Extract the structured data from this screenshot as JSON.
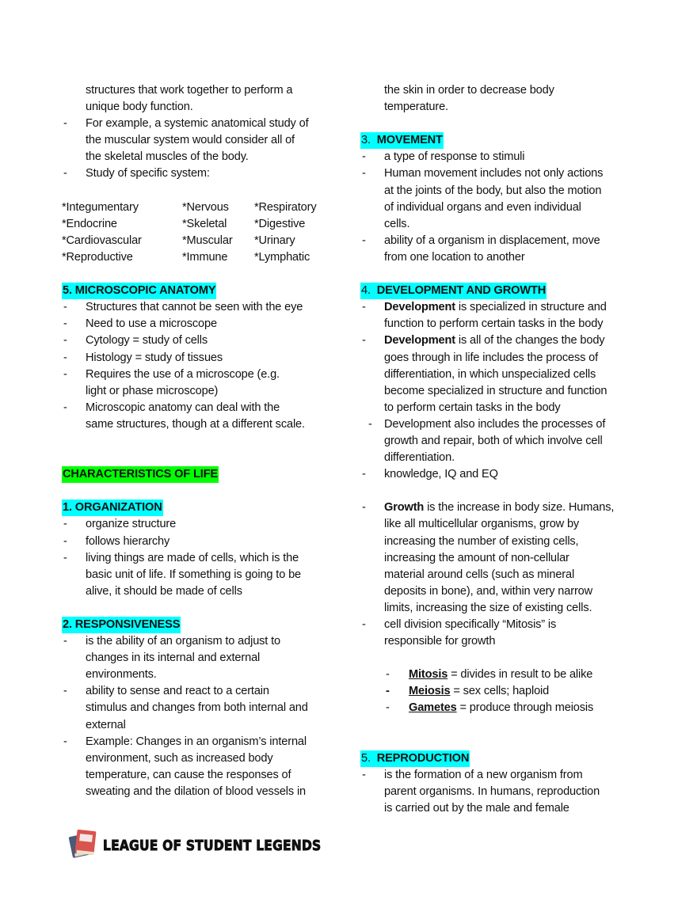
{
  "left_column": {
    "intro_continuation": [
      "structures that work together to perform a",
      "unique body function."
    ],
    "intro_bullets": [
      [
        "For example, a systemic anatomical study of",
        "the muscular system would consider all of",
        "the skeletal muscles of the body."
      ],
      [
        "Study of specific system:"
      ]
    ],
    "systems_table": [
      [
        "*Integumentary",
        "*Nervous",
        "*Respiratory"
      ],
      [
        "*Endocrine",
        "*Skeletal",
        "*Digestive"
      ],
      [
        "*Cardiovascular",
        "*Muscular",
        "*Urinary"
      ],
      [
        "*Reproductive",
        "*Immune",
        "*Lymphatic"
      ]
    ],
    "microscopic": {
      "heading": "5.  MICROSCOPIC ANATOMY",
      "bullets": [
        [
          "Structures that cannot be seen with the eye"
        ],
        [
          "Need to use a microscope"
        ],
        [
          "Cytology = study of cells"
        ],
        [
          "Histology = study of tissues"
        ],
        [
          "Requires the use of a microscope (e.g.",
          "light or phase microscope)"
        ],
        [
          "Microscopic anatomy can deal with the",
          "same structures, though at a different scale."
        ]
      ]
    },
    "characteristics_heading": "CHARACTERISTICS OF LIFE",
    "organization": {
      "heading": "1.  ORGANIZATION",
      "bullets": [
        [
          "organize structure"
        ],
        [
          "follows hierarchy"
        ],
        [
          "living things are made of cells, which is the",
          "basic unit of life. If something is going to be",
          "alive, it should be made of cells"
        ]
      ]
    },
    "responsiveness": {
      "heading": "2.  RESPONSIVENESS",
      "bullets": [
        [
          "is the ability of an organism to adjust to",
          "changes in its internal and external",
          "environments."
        ],
        [
          "ability to sense and react to a certain",
          "stimulus and changes from both internal and",
          "external"
        ],
        [
          "Example: Changes in an organism’s internal",
          "environment, such as increased body",
          "temperature, can cause the responses of",
          "sweating and the dilation of blood vessels in"
        ]
      ]
    }
  },
  "right_column": {
    "continuation": [
      "the skin in order to decrease body",
      "temperature."
    ],
    "movement": {
      "heading_num": "3.  ",
      "heading_label": "MOVEMENT",
      "bullets": [
        [
          "a type of response to stimuli"
        ],
        [
          "Human movement includes not only actions",
          "at the joints of the body, but also the motion",
          "of individual organs and even individual",
          "cells."
        ],
        [
          "ability of a organism in displacement, move",
          "from one location to another"
        ]
      ]
    },
    "development": {
      "heading_num": "4.  ",
      "heading_label": "DEVELOPMENT AND GROWTH",
      "b1_bold": "Development",
      "b1_rest": " is specialized in structure and",
      "b1_line2": "function to perform certain tasks in the body",
      "b2_bold": "Development",
      "b2_rest": " is all of the changes the body",
      "b2_lines": [
        "goes through in life includes the process of",
        "differentiation, in which unspecialized cells",
        "become specialized in structure and function",
        "to perform certain tasks in the body"
      ],
      "b3_lines": [
        "Development also includes the processes of",
        "growth and repair, both of which involve cell",
        "differentiation."
      ],
      "b4": "knowledge, IQ and EQ",
      "growth_bold": "Growth",
      "growth_rest": " is the increase in body size. Humans,",
      "growth_lines": [
        "like all multicellular organisms, grow by",
        "increasing the number of existing cells,",
        "increasing the amount of non-cellular",
        "material around cells (such as mineral",
        "deposits in bone), and, within very narrow",
        "limits, increasing the size of existing cells."
      ],
      "mitosis_lines": [
        "cell division specifically “Mitosis” is",
        "responsible for growth"
      ],
      "terms": [
        {
          "term": "Mitosis",
          "definition": " = divides in result to be alike"
        },
        {
          "term": "Meiosis",
          "definition": " = sex cells; haploid"
        },
        {
          "term": "Gametes",
          "definition": " = produce through meiosis"
        }
      ]
    },
    "reproduction": {
      "heading_num": "5.  ",
      "heading_label": "REPRODUCTION",
      "bullets": [
        [
          "is the formation of a new organism from",
          "parent organisms. In humans, reproduction",
          "is carried out by the male and female"
        ]
      ]
    }
  },
  "bullet_char": "-",
  "footer": {
    "logo_text": "LEAGUE OF STUDENT LEGENDS",
    "logo_icon": "books-icon"
  },
  "colors": {
    "section_highlight": "#00ffff",
    "title_highlight": "#00ff00",
    "logo_book_red": "#d9534f",
    "logo_book_blue": "#4a5a78"
  }
}
